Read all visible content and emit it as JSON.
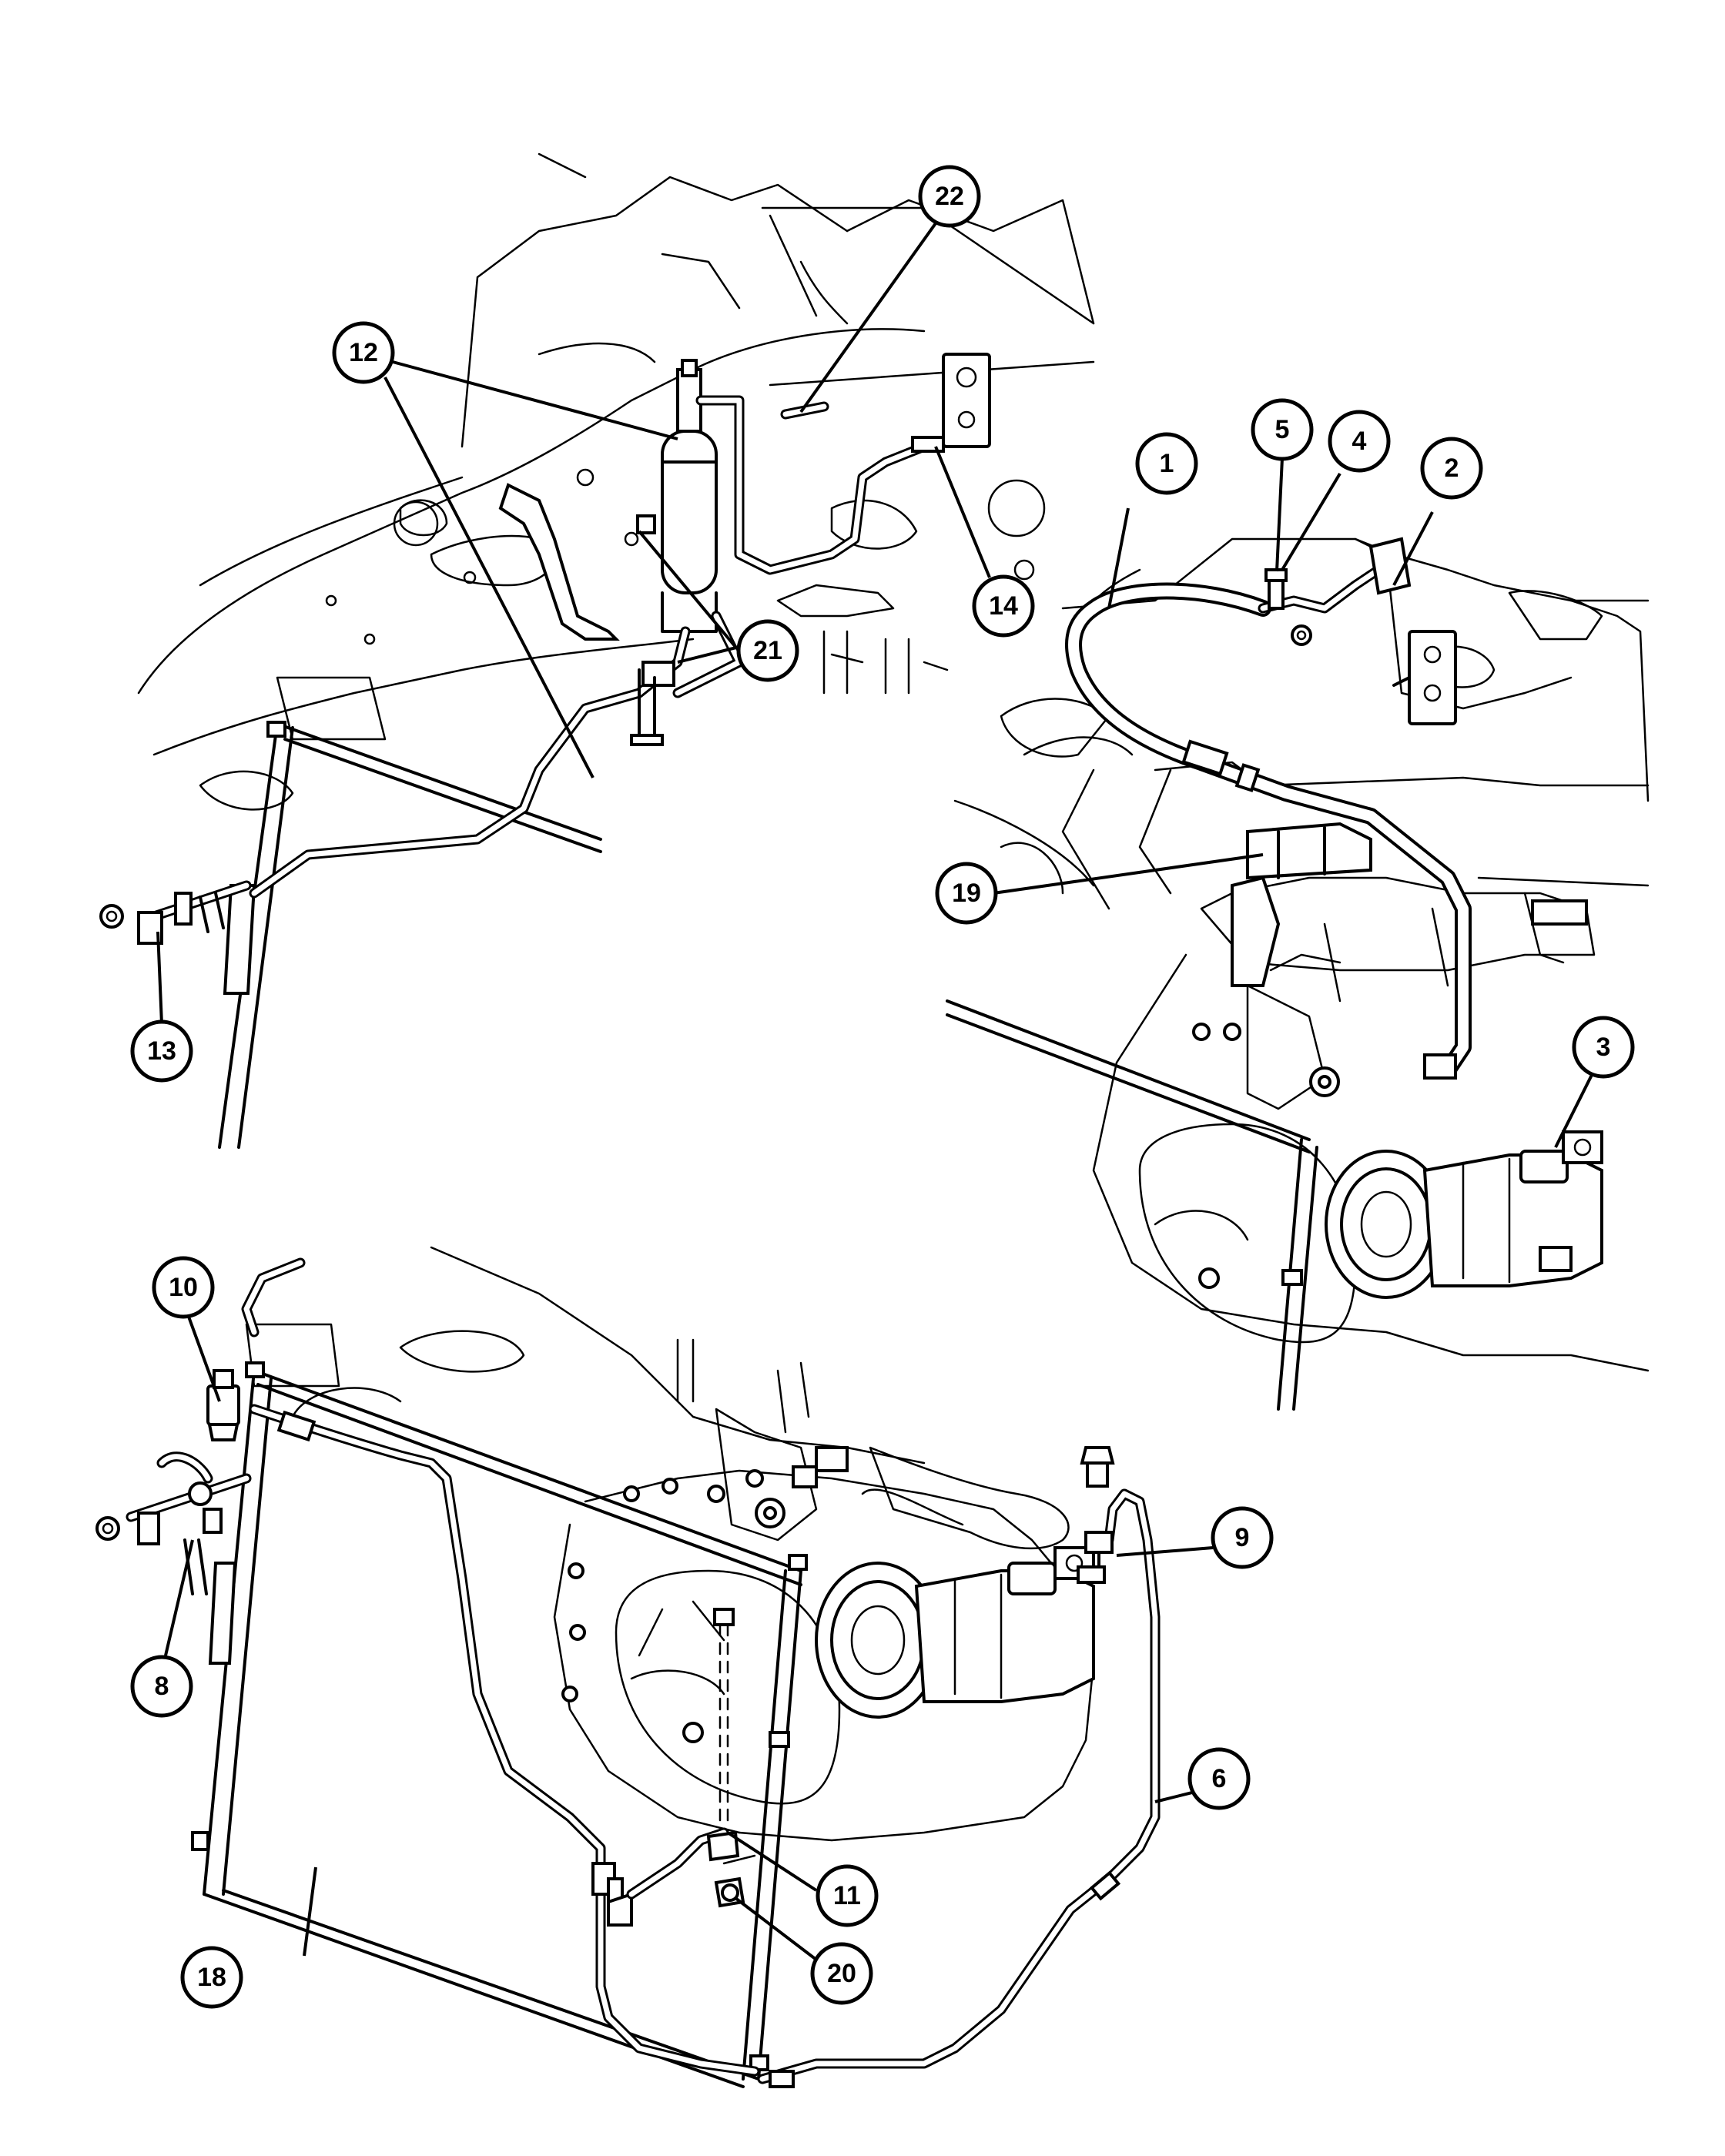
{
  "callouts": [
    {
      "id": "c1",
      "label": "1"
    },
    {
      "id": "c2",
      "label": "2"
    },
    {
      "id": "c3",
      "label": "3"
    },
    {
      "id": "c4",
      "label": "4"
    },
    {
      "id": "c5",
      "label": "5"
    },
    {
      "id": "c6",
      "label": "6"
    },
    {
      "id": "c8",
      "label": "8"
    },
    {
      "id": "c9",
      "label": "9"
    },
    {
      "id": "c10",
      "label": "10"
    },
    {
      "id": "c11",
      "label": "11"
    },
    {
      "id": "c12",
      "label": "12"
    },
    {
      "id": "c13",
      "label": "13"
    },
    {
      "id": "c14",
      "label": "14"
    },
    {
      "id": "c18",
      "label": "18"
    },
    {
      "id": "c19",
      "label": "19"
    },
    {
      "id": "c20",
      "label": "20"
    },
    {
      "id": "c21",
      "label": "21"
    },
    {
      "id": "c22",
      "label": "22"
    }
  ]
}
